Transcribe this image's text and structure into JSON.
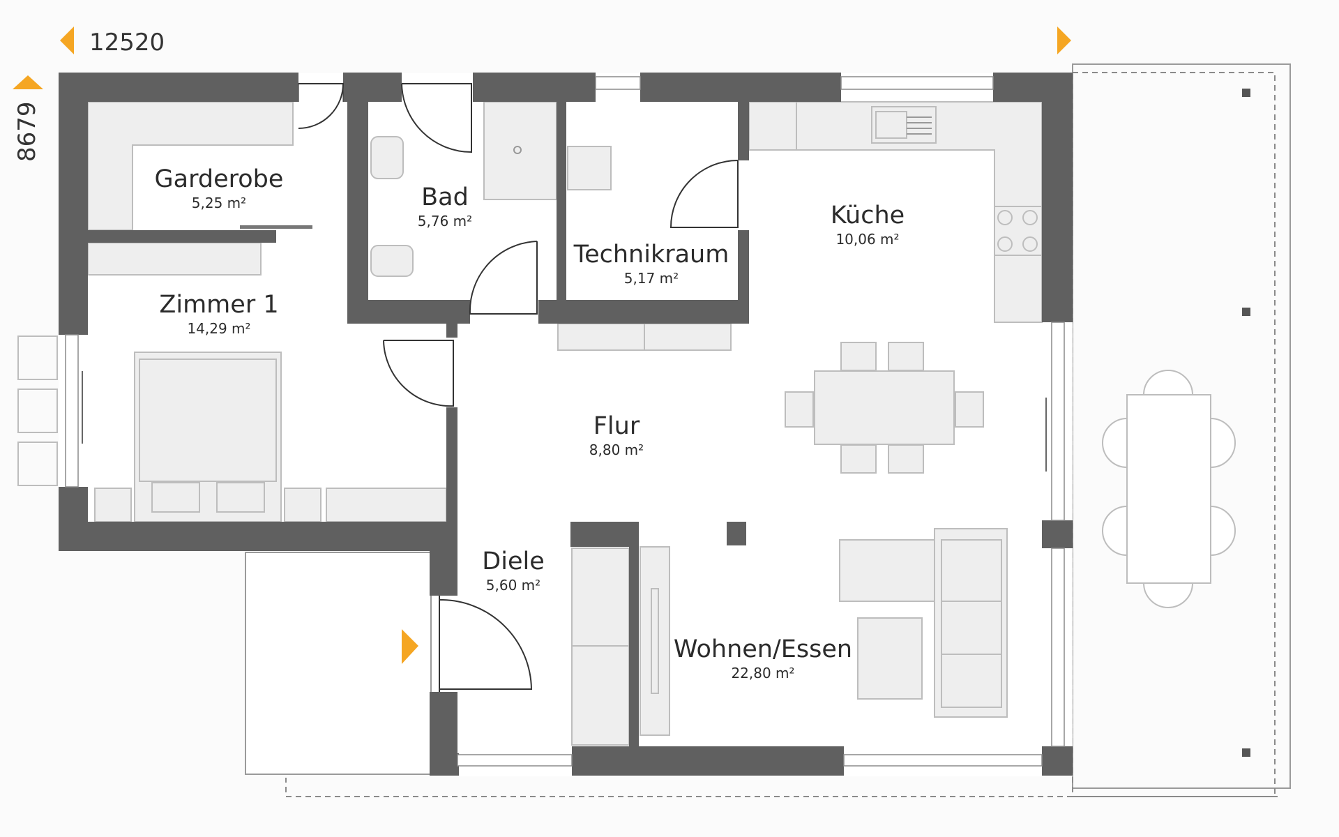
{
  "dimensions": {
    "width_label": "12520",
    "depth_label": "8679"
  },
  "rooms": [
    {
      "name": "Garderobe",
      "area": "5,25 m²"
    },
    {
      "name": "Bad",
      "area": "5,76 m²"
    },
    {
      "name": "Technikraum",
      "area": "5,17 m²"
    },
    {
      "name": "Küche",
      "area": "10,06 m²"
    },
    {
      "name": "Zimmer 1",
      "area": "14,29 m²"
    },
    {
      "name": "Flur",
      "area": "8,80 m²"
    },
    {
      "name": "Diele",
      "area": "5,60 m²"
    },
    {
      "name": "Wohnen/Essen",
      "area": "22,80 m²"
    }
  ],
  "colors": {
    "wall": "#606060",
    "furniture_fill": "#eeeeee",
    "furniture_stroke": "#bdbdbd",
    "accent_orange": "#f5a623",
    "text": "#2b2b2b"
  },
  "icons": [
    "arrow-left-icon",
    "arrow-right-icon",
    "arrow-up-icon",
    "entrance-arrow-icon"
  ]
}
